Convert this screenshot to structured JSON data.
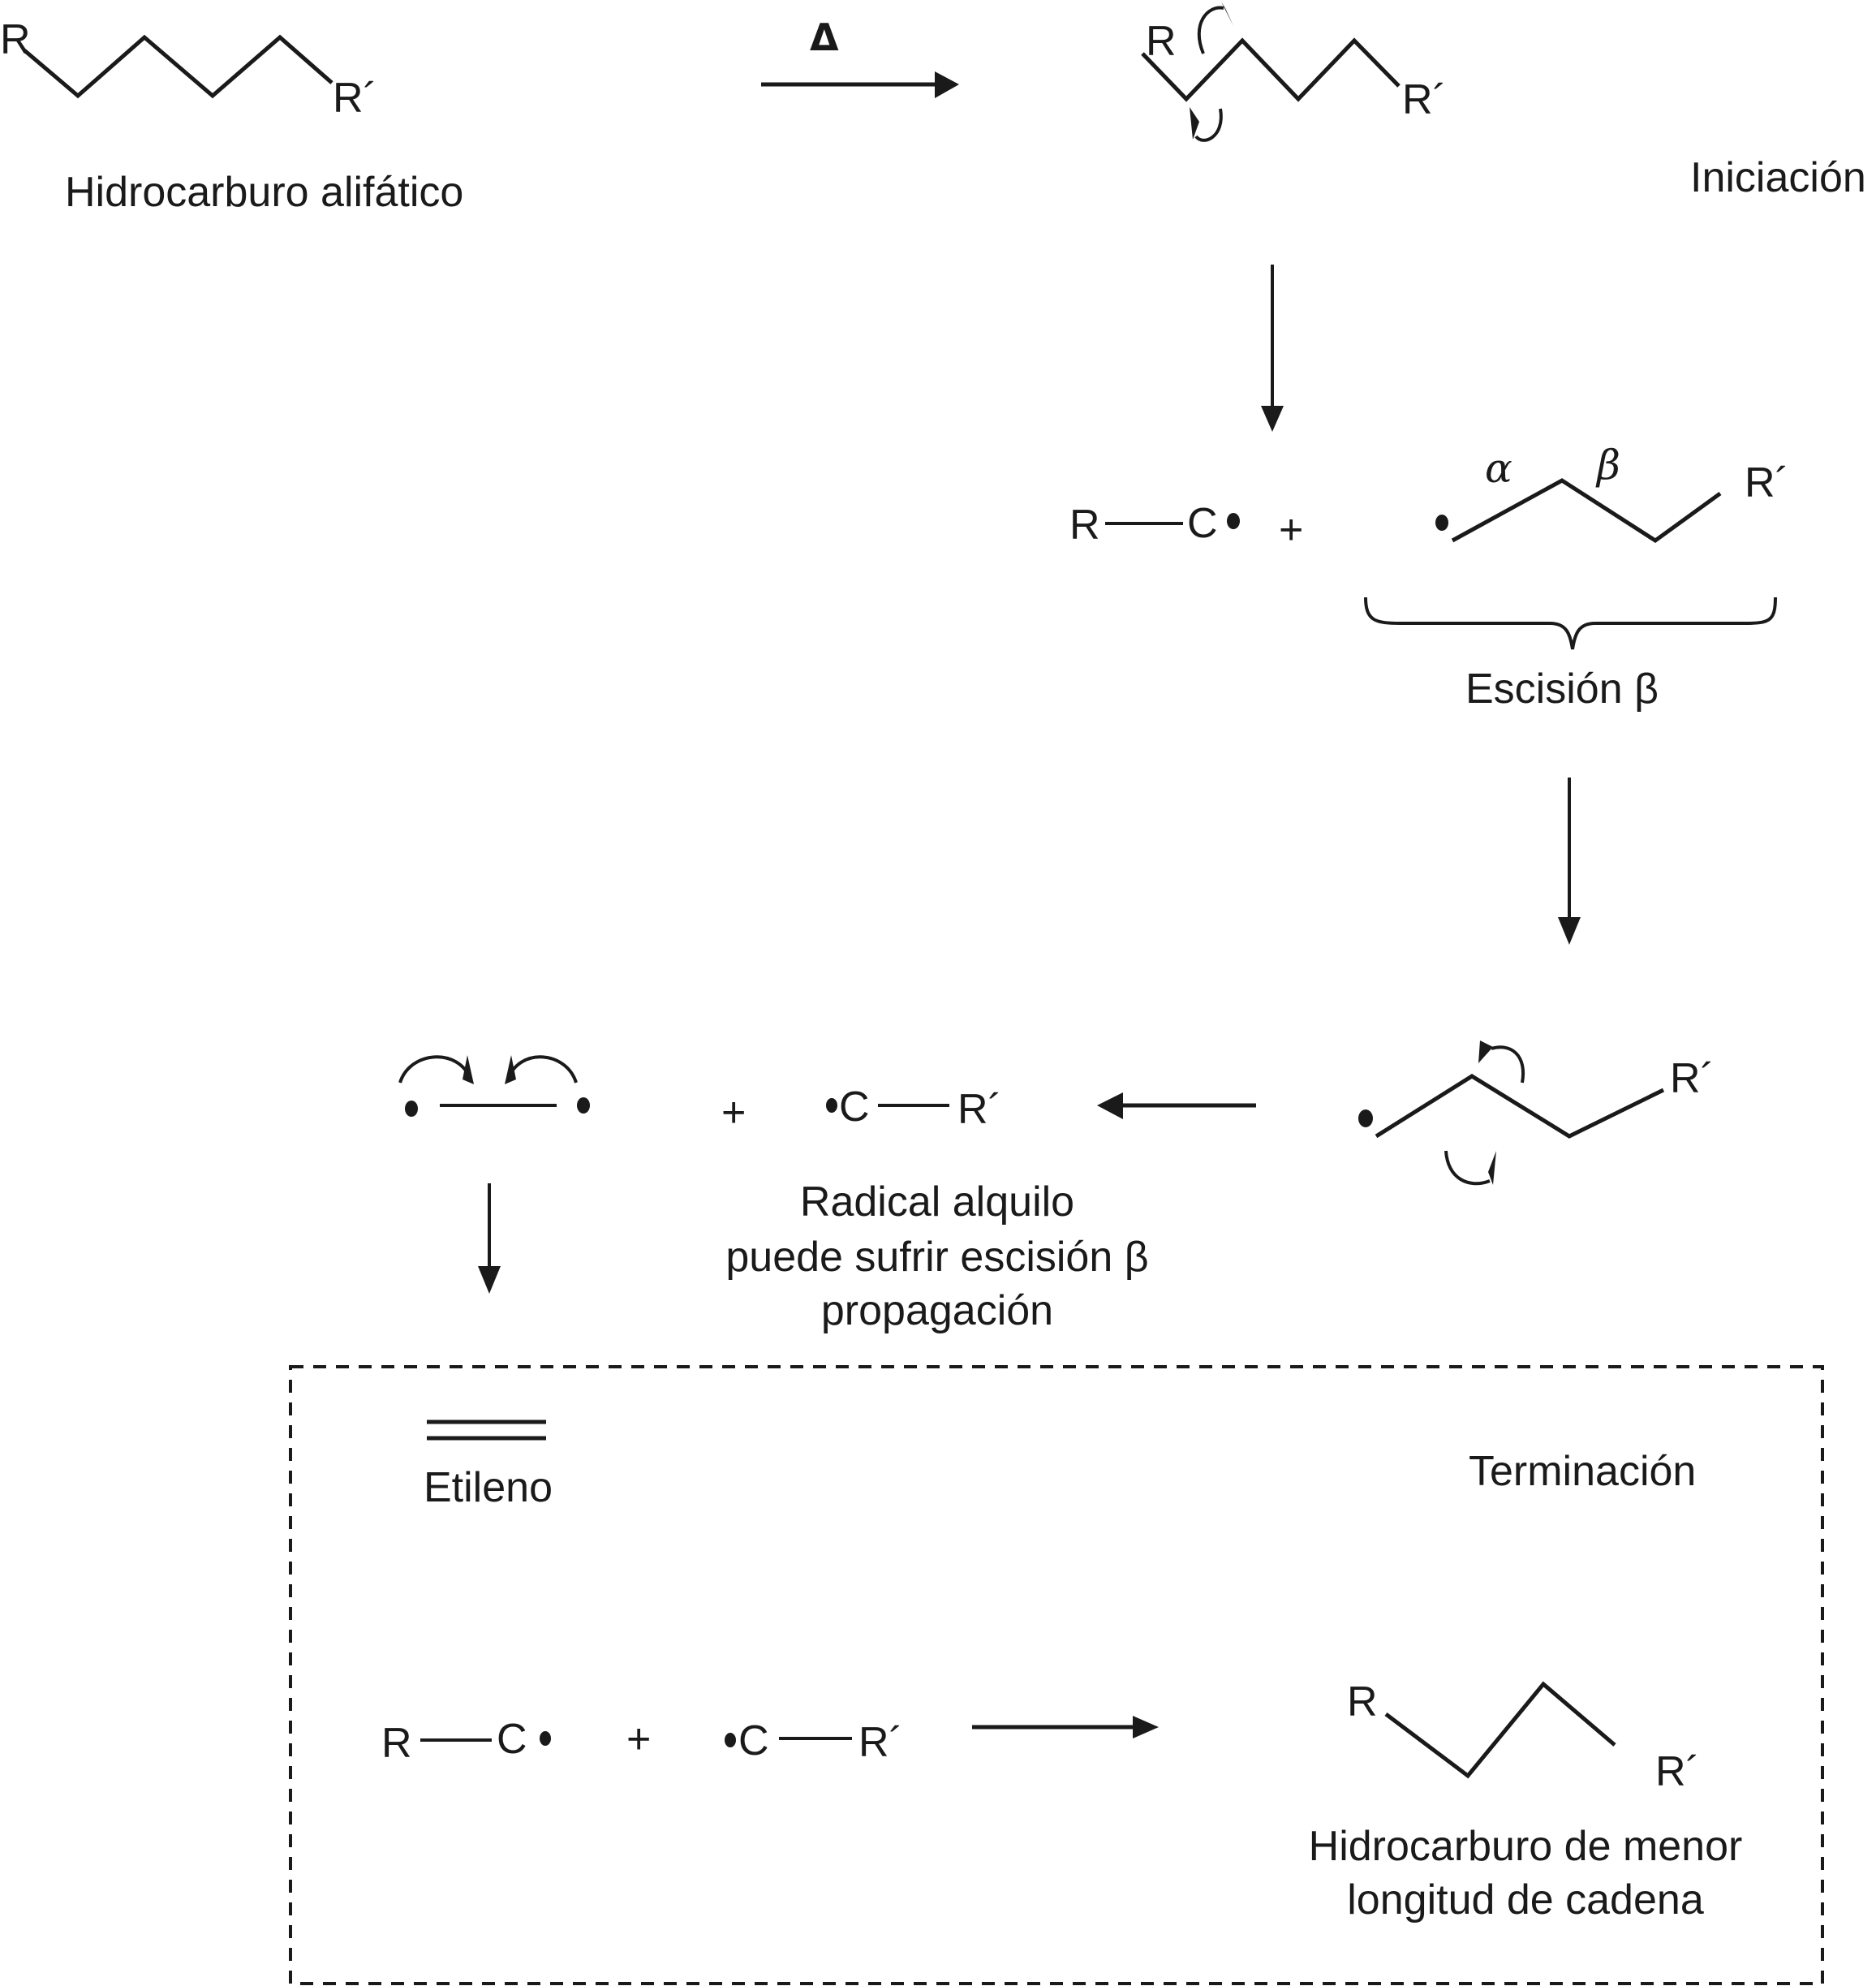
{
  "diagram": {
    "title": "Craqueo térmico de hidrocarburos alifáticos por radicales libres",
    "stages": {
      "initiation_label": "Iniciación",
      "termination_label": "Terminación",
      "beta_scission_label": "Escisión β"
    },
    "reactant": {
      "label": "Hidrocarburo alifático",
      "left_group": "R",
      "right_group": "R´"
    },
    "heat_symbol": "Δ",
    "initiation_molecule": {
      "left_group": "R",
      "right_group": "R´"
    },
    "radicals_1": {
      "left_radical": {
        "group": "R",
        "carbon": "C"
      },
      "plus": "+",
      "right_radical": {
        "alpha": "α",
        "beta": "β",
        "group": "R´"
      }
    },
    "propagation": {
      "radical_group": "R´",
      "product_radical": {
        "carbon": "C",
        "group": "R´"
      },
      "plus": "+",
      "note_lines": [
        "Radical alquilo",
        "puede sufrir escisión β",
        "propagación"
      ]
    },
    "termination": {
      "ethylene_label": "Etileno",
      "reactant_left": {
        "group": "R",
        "carbon": "C"
      },
      "plus": "+",
      "reactant_right": {
        "carbon": "C",
        "group": "R´"
      },
      "product": {
        "left_group": "R",
        "right_group": "R´"
      },
      "product_label_lines": [
        "Hidrocarburo de menor",
        "longitud de cadena"
      ]
    }
  }
}
